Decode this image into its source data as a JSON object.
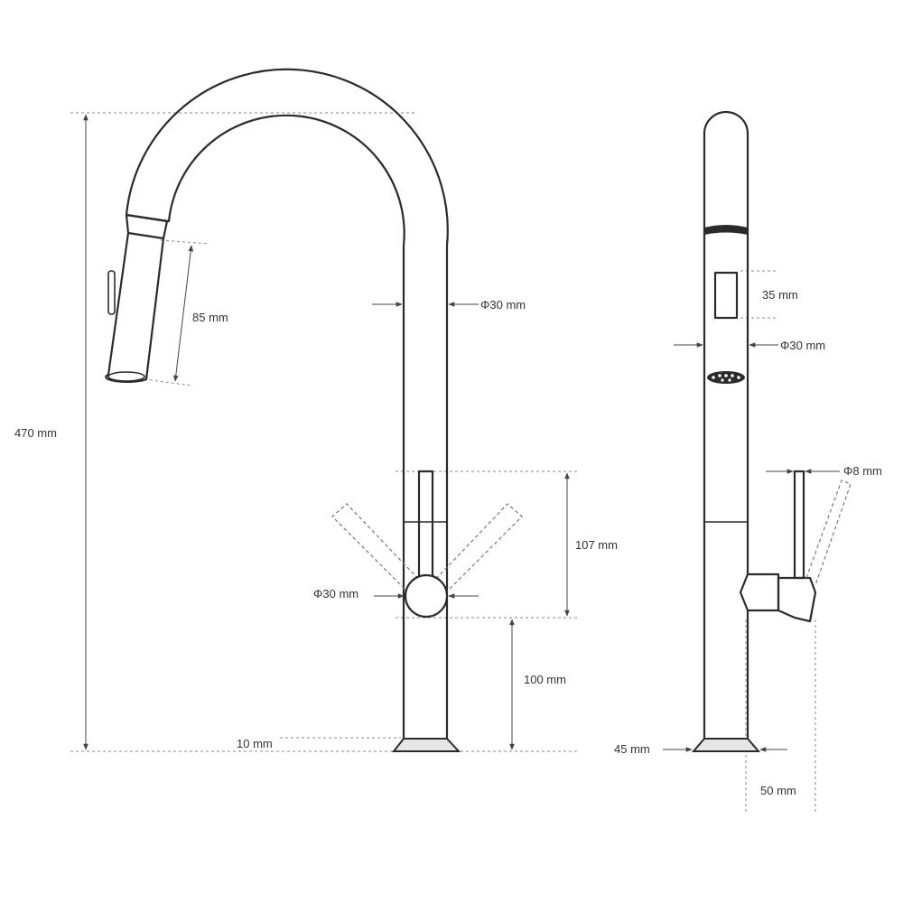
{
  "diagram": {
    "labels": {
      "overall_height": "470 mm",
      "spray_head_length": "85 mm",
      "spout_diameter_front": "Φ30 mm",
      "lever_travel": "107 mm",
      "handle_hub_diameter": "Φ30 mm",
      "base_to_handle": "100 mm",
      "base_thickness": "10 mm",
      "sensor_window_height": "35 mm",
      "spout_diameter_side": "Φ30 mm",
      "lever_diameter": "Φ8 mm",
      "base_diameter": "45 mm",
      "handle_offset": "50 mm"
    },
    "colors": {
      "line": "#2b2b2b",
      "dimension": "#444444",
      "dashed": "#8a8a8a",
      "base_fill": "#e6e6e6"
    }
  }
}
